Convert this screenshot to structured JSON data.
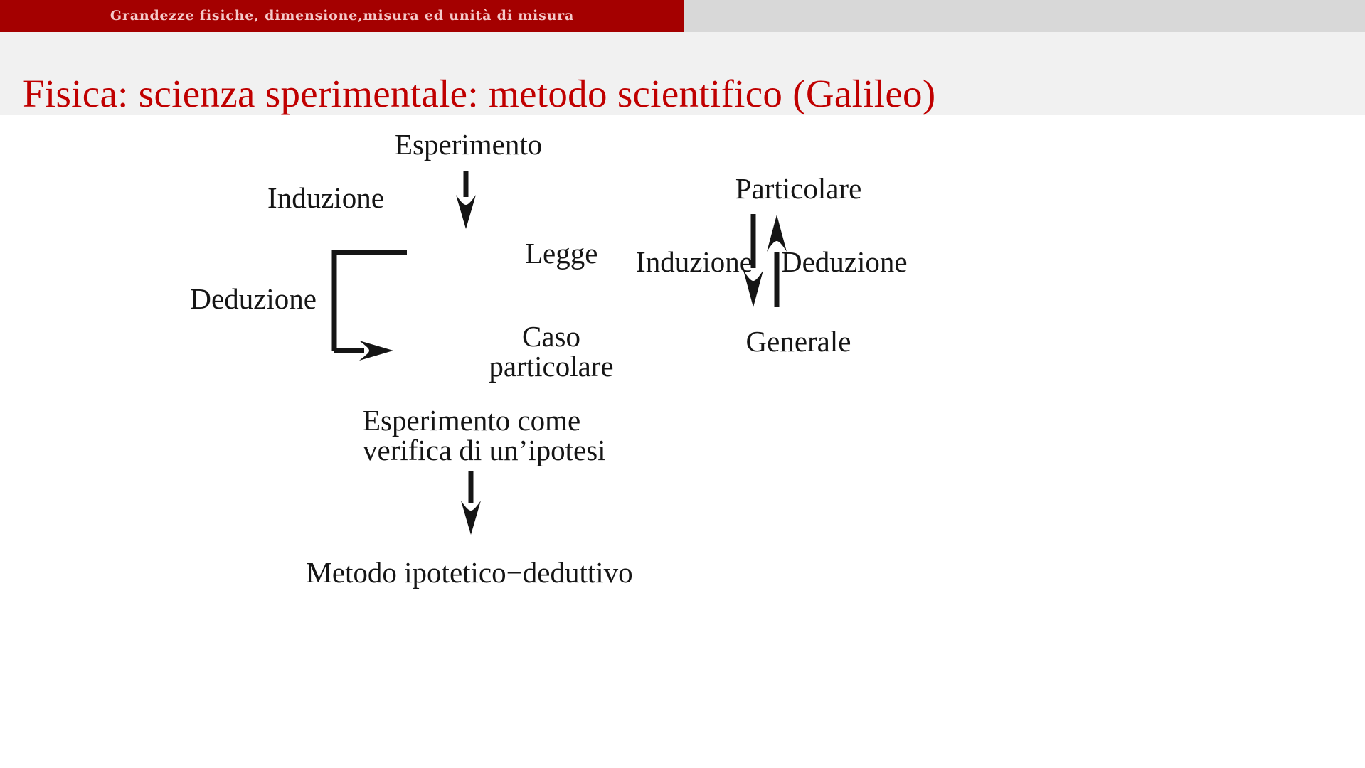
{
  "header": {
    "subtitle": "Grandezze fisiche, dimensione,misura ed unità di misura",
    "bar_color": "#a40000",
    "bar_text_color": "#f4c9c9",
    "strip_color": "#d8d8d8"
  },
  "title": {
    "text": "Fisica: scienza sperimentale: metodo scientifico (Galileo)",
    "color": "#c00000",
    "band_color": "#f1f1f1"
  },
  "diagram": {
    "ink_color": "#151515",
    "left_flow": {
      "esperimento": "Esperimento",
      "induzione": "Induzione",
      "legge": "Legge",
      "deduzione": "Deduzione",
      "caso_line1": "Caso",
      "caso_line2": "particolare"
    },
    "right_flow": {
      "particolare": "Particolare",
      "induzione": "Induzione",
      "deduzione": "Deduzione",
      "generale": "Generale"
    },
    "bottom_flow": {
      "verifica_line1": "Esperimento come",
      "verifica_line2": "verifica di un’ipotesi",
      "metodo": "Metodo ipotetico−deduttivo"
    }
  }
}
